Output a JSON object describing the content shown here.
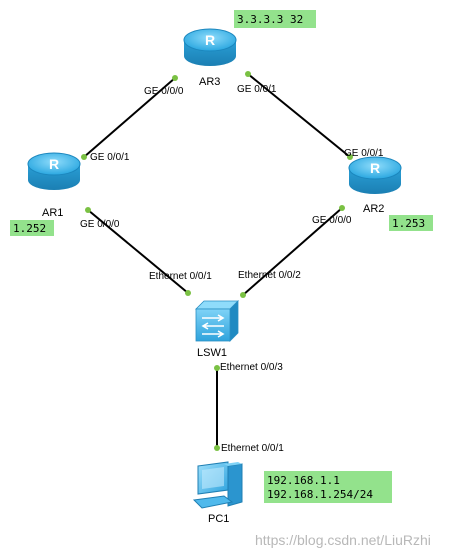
{
  "devices": {
    "ar3": {
      "name": "AR3",
      "icon": "router-icon"
    },
    "ar1": {
      "name": "AR1",
      "icon": "router-icon"
    },
    "ar2": {
      "name": "AR2",
      "icon": "router-icon"
    },
    "lsw1": {
      "name": "LSW1",
      "icon": "switch-icon"
    },
    "pc1": {
      "name": "PC1",
      "icon": "pc-icon"
    }
  },
  "ports": {
    "ar3_left": "GE 0/0/0",
    "ar3_right": "GE 0/0/1",
    "ar1_top": "GE 0/0/1",
    "ar1_bottom": "GE 0/0/0",
    "ar2_top": "GE 0/0/1",
    "ar2_bottom": "GE 0/0/0",
    "lsw1_left": "Ethernet 0/0/1",
    "lsw1_right": "Ethernet 0/0/2",
    "lsw1_bottom": "Ethernet 0/0/3",
    "pc1_top": "Ethernet 0/0/1"
  },
  "notes": {
    "ar3": "3.3.3.3 32",
    "ar1": "1.252",
    "ar2": "1.253",
    "pc1_line1": "192.168.1.1",
    "pc1_line2": "192.168.1.254/24"
  },
  "watermark": "https://blog.csdn.net/LiuRzhi",
  "colors": {
    "note_bg": "#93e28c",
    "link": "#000000",
    "port_dot": "#7ac143",
    "router_body": "#39b3e8",
    "switch_body": "#48b8ea"
  }
}
